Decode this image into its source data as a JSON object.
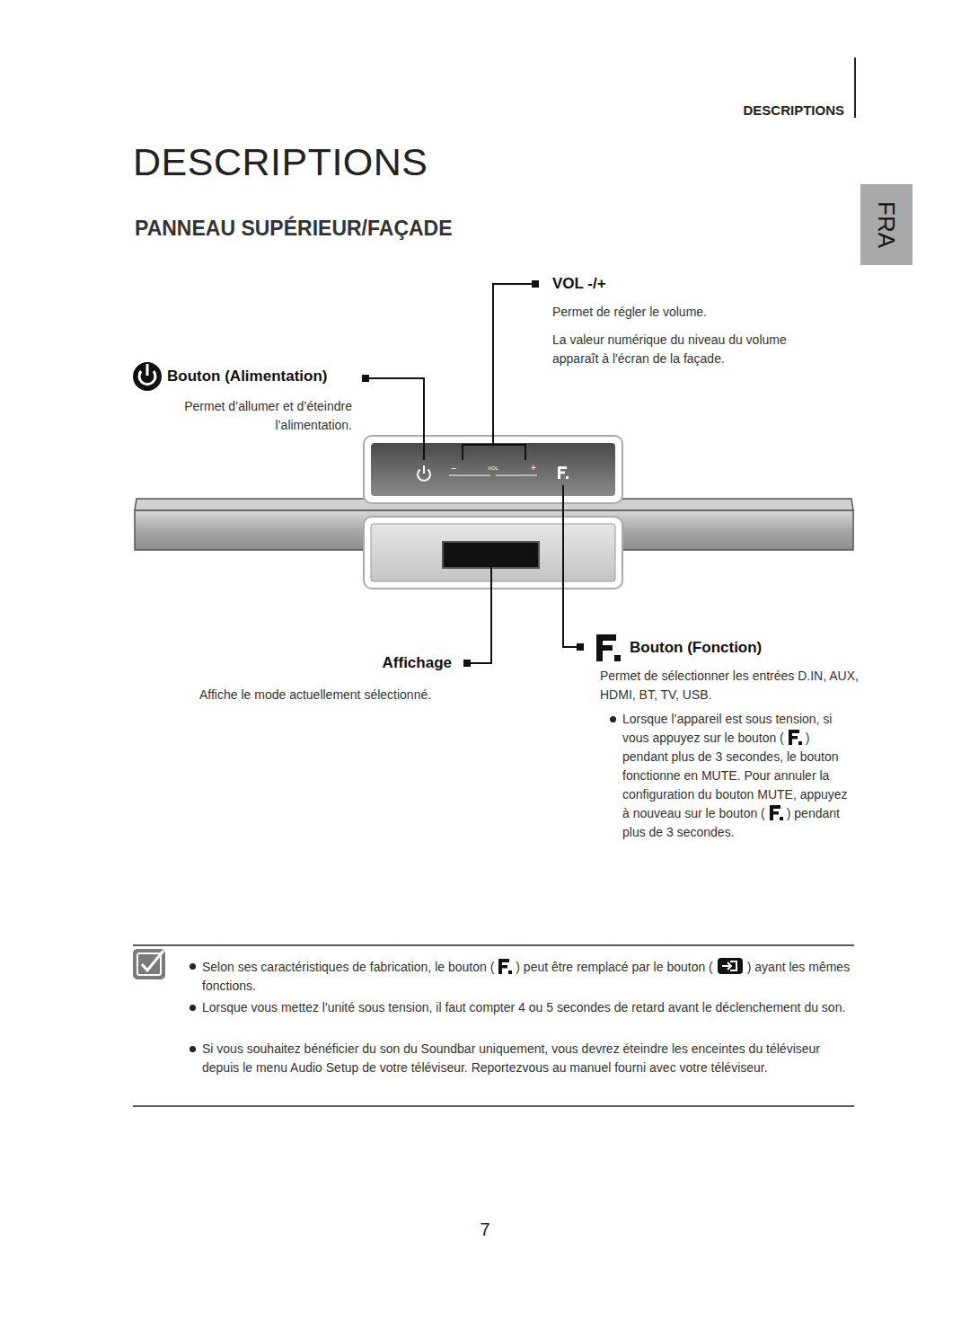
{
  "diagram": {
    "title": "DESCRIPTIONS",
    "nodes": [
      {
        "text": [
          "FRA"
        ]
      },
      {
        "text": [
          "−",
          "VOL",
          "+"
        ]
      }
    ],
    "labels": [
      "DESCRIPTIONS",
      "PANNEAU SUPÉRIEUR/FAÇADE",
      "VOL -/+",
      "Permet de régler le volume.",
      "La valeur numérique du niveau du volume apparaît à l'écran de la façade.",
      "Bouton (Alimentation)",
      "Permet d’allumer et d’éteindre l’alimentation.",
      "Affichage",
      "Affiche le mode actuellement sélectionné.",
      "Bouton (Fonction)",
      "Permet de sélectionner les entrées D.IN, AUX, HDMI, BT, TV, USB.",
      "Lorsque l’appareil est sous tension, si vous appuyez sur le bouton (",
      ") pendant plus de 3 secondes, le bouton fonctionne en MUTE. Pour annuler la configuration du bouton MUTE, appuyez à nouveau sur le bouton (",
      ") pendant plus de 3 secondes.",
      "Selon ses caractéristiques de fabrication, le bouton (",
      ") peut être remplacé par le bouton (",
      ") ayant les mêmes fonctions.",
      "Lorsque vous mettez l'unité sous tension, il faut compter 4 ou 5 secondes de retard avant le déclenchement du son.",
      "Si vous souhaitez bénéficier du son du Soundbar uniquement, vous devrez éteindre les enceintes du téléviseur depuis le menu Audio Setup de votre téléviseur. Reportezvous au manuel fourni avec votre téléviseur.",
      "7"
    ]
  }
}
